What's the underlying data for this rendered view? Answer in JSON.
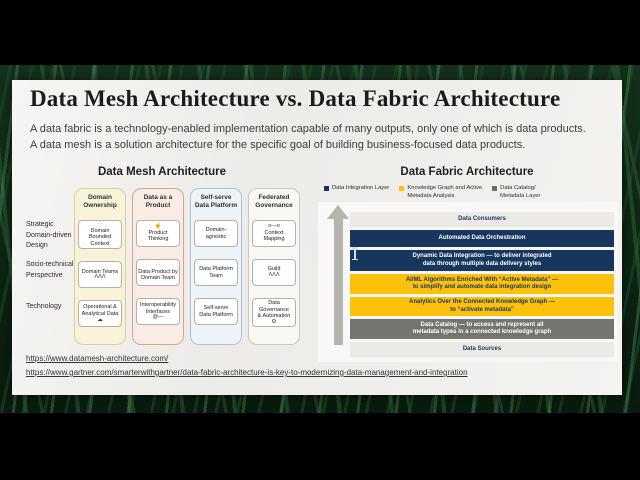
{
  "slide": {
    "title": "Data Mesh Architecture vs. Data Fabric Architecture",
    "subtitle": "A data fabric is a technology-enabled implementation capable of many outputs, only one of which is data products.\nA data mesh is a solution architecture for the specific goal of building business-focused data products.",
    "links": [
      {
        "text": "https://www.datamesh-architecture.com/"
      },
      {
        "text": "https://www.gartner.com/smarterwithgartner/data-fabric-architecture-is-key-to-modernizing-data-management-and-integration"
      }
    ]
  },
  "mesh": {
    "heading": "Data Mesh Architecture",
    "row_labels": [
      {
        "text": "Strategic\nDomain-driven\nDesign"
      },
      {
        "text": "Socio-technical\nPerspective"
      },
      {
        "text": "Technology"
      }
    ],
    "columns": [
      {
        "header": "Domain\nOwnership",
        "cells": [
          {
            "icon_top": "∴",
            "label": "Domain\nBounded Context",
            "icon_bottom": ""
          },
          {
            "icon_top": "",
            "label": "Domain Teams",
            "icon_bottom": "ΛΛΛ"
          },
          {
            "icon_top": "",
            "label": "Operational &\nAnalytical Data",
            "icon_bottom": "☁"
          }
        ]
      },
      {
        "header": "Data as a\nProduct",
        "cells": [
          {
            "icon_top": "☝",
            "label": "Product Thinking",
            "icon_bottom": ""
          },
          {
            "icon_top": "∴",
            "label": "Data Product by\nDomain Team",
            "icon_bottom": ""
          },
          {
            "icon_top": "",
            "label": "Interoperability\nInterfaces",
            "icon_bottom": "@—"
          }
        ]
      },
      {
        "header": "Self-serve\nData Platform",
        "cells": [
          {
            "icon_top": "",
            "label": "Domain-agnostic",
            "icon_bottom": ""
          },
          {
            "icon_top": "",
            "label": "Data Platform\nTeam",
            "icon_bottom": ""
          },
          {
            "icon_top": "",
            "label": "Self-serve\nData Platform",
            "icon_bottom": ""
          }
        ]
      },
      {
        "header": "Federated\nGovernance",
        "cells": [
          {
            "icon_top": "o—o",
            "label": "Context Mapping",
            "icon_bottom": ""
          },
          {
            "icon_top": "",
            "label": "Guild",
            "icon_bottom": "ΛΛΛ"
          },
          {
            "icon_top": "",
            "label": "Data Governance\n& Automation",
            "icon_bottom": "⚙"
          }
        ]
      }
    ]
  },
  "fabric": {
    "heading": "Data Fabric Architecture",
    "legend": [
      {
        "label": "Data Integration Layer",
        "color": "#17365d"
      },
      {
        "label": "Knowledge Graph and Active\nMetadata Analysis",
        "color": "#fdc10a"
      },
      {
        "label": "Data Catalog/\nMetadata Layer",
        "color": "#6f6d68"
      }
    ],
    "bars": [
      {
        "text": "Data Consumers",
        "style": "light"
      },
      {
        "text": "Automated Data Orchestration",
        "style": "navy"
      },
      {
        "text": "Dynamic Data Integration — to deliver integrated\ndata through multiple data delivery styles",
        "style": "navy"
      },
      {
        "text": "AI/ML Algorithms Enriched With “Active Metadata” —\nto simplify and automate data integration design",
        "style": "yellow"
      },
      {
        "text": "Analytics Over the Connected Knowledge Graph —\nto “activate metadata”",
        "style": "yellow"
      },
      {
        "text": "Data Catalog — to access and represent all\nmetadata types in a connected knowledge graph",
        "style": "gray"
      },
      {
        "text": "Data Sources",
        "style": "light"
      }
    ]
  },
  "colors": {
    "navy": "#17365d",
    "gold": "#fdc10a",
    "gray_bar": "#76746f",
    "light_bar": "#eceae7",
    "arrow": "#b6b4af",
    "card_bg": "#f2f0ed"
  }
}
